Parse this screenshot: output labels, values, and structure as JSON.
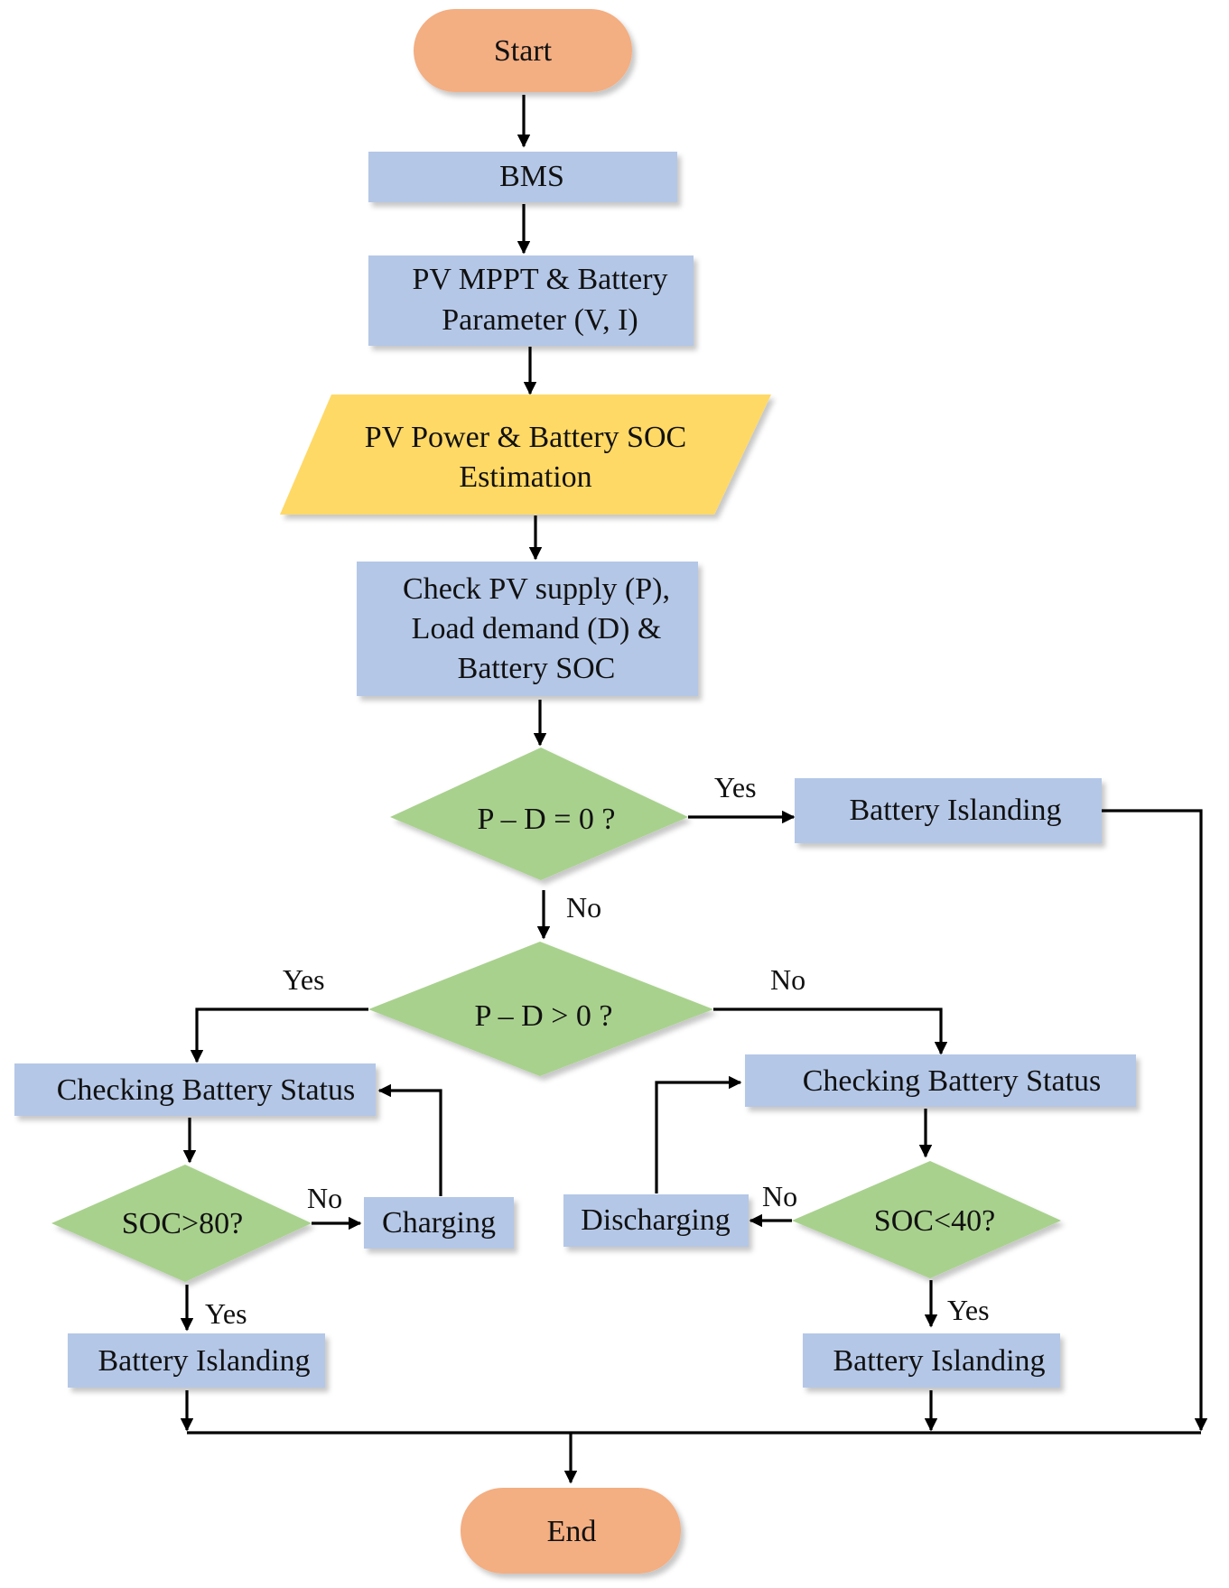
{
  "diagram": {
    "colors": {
      "terminal": "#F3AE82",
      "process": "#B4C7E7",
      "io": "#FFD966",
      "decision": "#A9D18E",
      "line": "#000000"
    },
    "nodes": {
      "start": "Start",
      "bms": "BMS",
      "params": [
        "PV MPPT & Battery",
        "Parameter (V, I)"
      ],
      "estimation": [
        "PV Power & Battery SOC",
        "Estimation"
      ],
      "check": [
        "Check PV supply (P),",
        "Load demand (D) &",
        "Battery SOC"
      ],
      "decision_balance": "P – D = 0 ?",
      "island_top": "Battery Islanding",
      "decision_surplus": "P – D > 0  ?",
      "check_status_left": "Checking Battery Status",
      "check_status_right": "Checking Battery Status",
      "decision_soc80": "SOC>80?",
      "charging": "Charging",
      "decision_soc40": "SOC<40?",
      "discharging": "Discharging",
      "island_left": "Battery Islanding",
      "island_right": "Battery Islanding",
      "end": "End"
    },
    "edge_labels": {
      "balance_yes": "Yes",
      "balance_no": "No",
      "surplus_yes": "Yes",
      "surplus_no": "No",
      "soc80_no": "No",
      "soc80_yes": "Yes",
      "soc40_no": "No",
      "soc40_yes": "Yes"
    }
  }
}
